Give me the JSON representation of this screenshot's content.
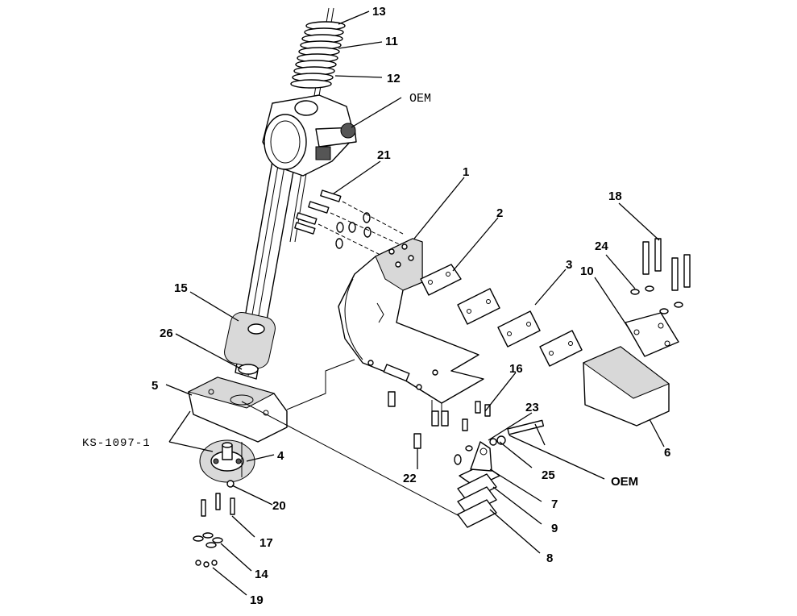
{
  "callouts": {
    "c1": "1",
    "c2": "2",
    "c3": "3",
    "c4": "4",
    "c5": "5",
    "c6": "6",
    "c7": "7",
    "c8": "8",
    "c9": "9",
    "c10": "10",
    "c11": "11",
    "c12": "12",
    "c13": "13",
    "c14": "14",
    "c15": "15",
    "c16": "16",
    "c17": "17",
    "c18": "18",
    "c19": "19",
    "c20": "20",
    "c21": "21",
    "c22": "22",
    "c23": "23",
    "c24": "24",
    "c25": "25",
    "c26": "26"
  },
  "references": {
    "oem_top": "OEM",
    "oem_right": "OEM",
    "assembly_ref": "KS-1097-1"
  }
}
